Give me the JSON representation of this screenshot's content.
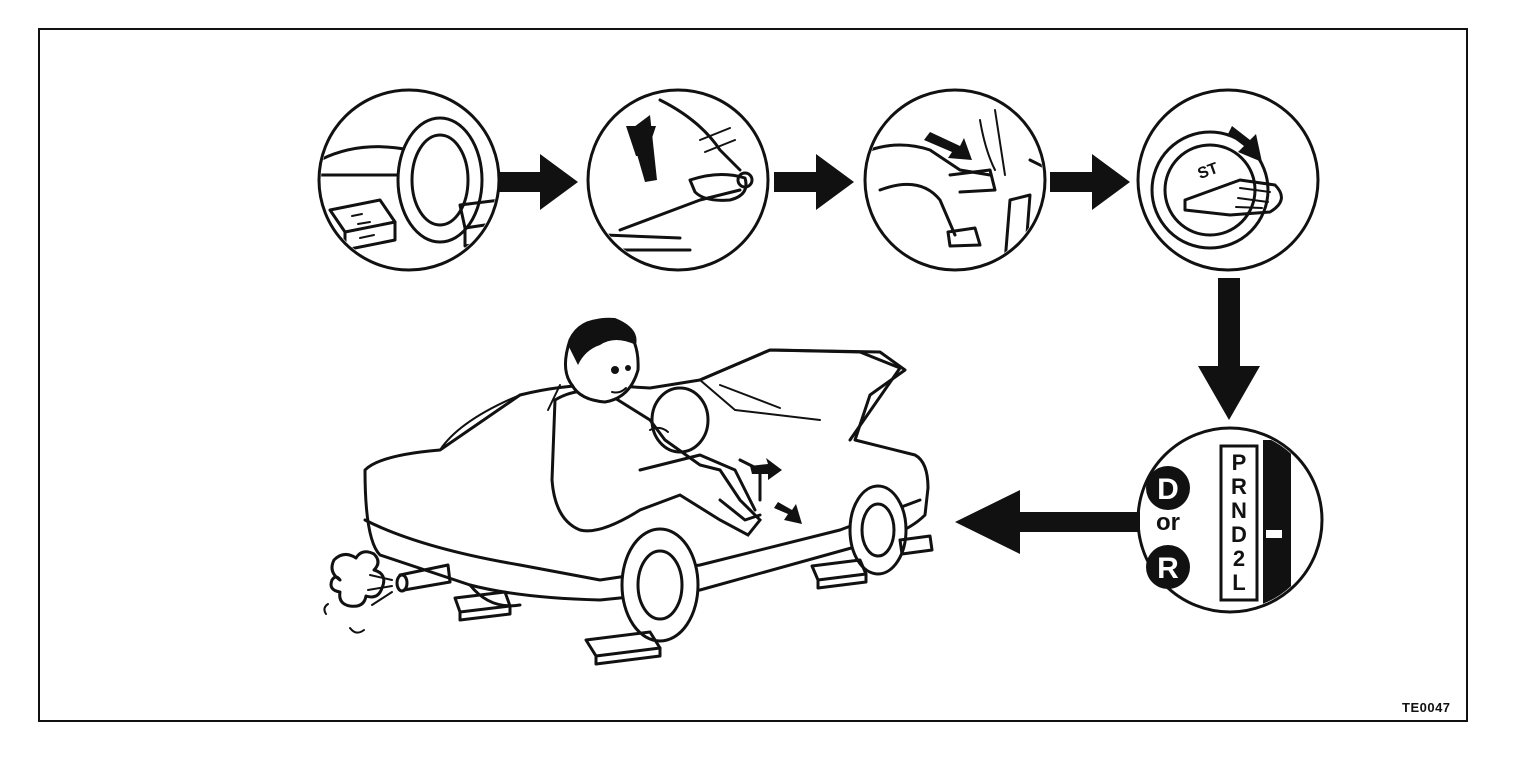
{
  "figure": {
    "code": "TE0047"
  },
  "shift_panel": {
    "option_1": "D",
    "connector": "or",
    "option_2": "R",
    "gear_positions": [
      "P",
      "R",
      "N",
      "D",
      "2",
      "L"
    ]
  },
  "ignition_panel": {
    "key_marking": "ST"
  },
  "colors": {
    "ink": "#111111",
    "paper": "#ffffff"
  }
}
